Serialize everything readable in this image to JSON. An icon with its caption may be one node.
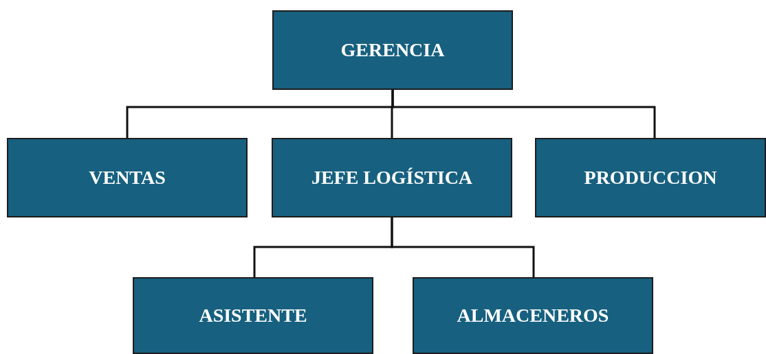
{
  "diagram": {
    "nodes": [
      {
        "text": [
          "GERENCIA"
        ]
      },
      {
        "text": [
          "VENTAS"
        ]
      },
      {
        "text": [
          "JEFE LOGÍSTICA"
        ]
      },
      {
        "text": [
          "PRODUCCION"
        ]
      },
      {
        "text": [
          "ASISTENTE"
        ]
      },
      {
        "text": [
          "ALMACENEROS"
        ]
      }
    ],
    "edges": [
      {
        "from": 0,
        "to": 1,
        "arrow": "none"
      },
      {
        "from": 0,
        "to": 2,
        "arrow": "none"
      },
      {
        "from": 0,
        "to": 3,
        "arrow": "none"
      },
      {
        "from": 2,
        "to": 4,
        "arrow": "none"
      },
      {
        "from": 2,
        "to": 5,
        "arrow": "none"
      }
    ]
  }
}
